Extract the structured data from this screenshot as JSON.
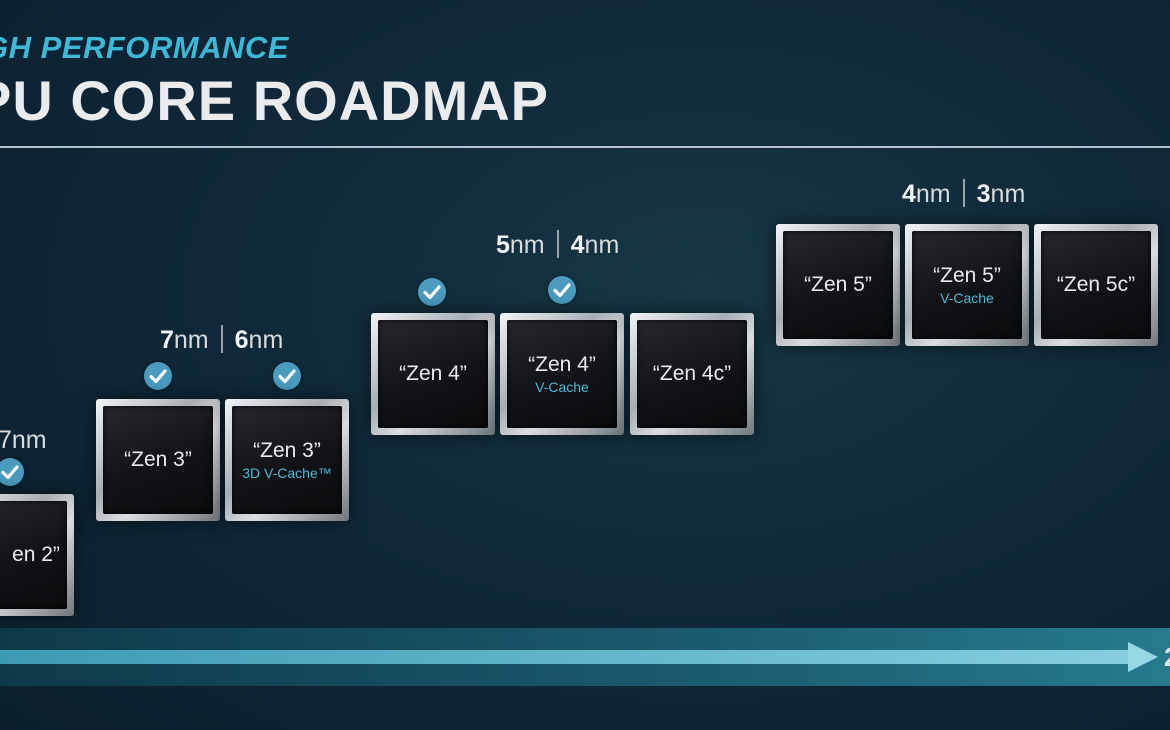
{
  "header": {
    "subtitle": "GH PERFORMANCE",
    "title": "PU CORE ROADMAP"
  },
  "nodes": [
    {
      "text": "7nm"
    },
    {
      "a_num": "7",
      "a_unit": "nm",
      "b_num": "6",
      "b_unit": "nm"
    },
    {
      "a_num": "5",
      "a_unit": "nm",
      "b_num": "4",
      "b_unit": "nm"
    },
    {
      "a_num": "4",
      "a_unit": "nm",
      "b_num": "3",
      "b_unit": "nm"
    }
  ],
  "chips": [
    {
      "name": "en 2”",
      "sub": ""
    },
    {
      "name": "“Zen 3”",
      "sub": ""
    },
    {
      "name": "“Zen 3”",
      "sub": "3D V-Cache™"
    },
    {
      "name": "“Zen 4”",
      "sub": ""
    },
    {
      "name": "“Zen 4”",
      "sub": "V-Cache"
    },
    {
      "name": "“Zen 4c”",
      "sub": ""
    },
    {
      "name": "“Zen 5”",
      "sub": ""
    },
    {
      "name": "“Zen 5”",
      "sub": "V-Cache"
    },
    {
      "name": "“Zen 5c”",
      "sub": ""
    }
  ],
  "timeline": {
    "tail_label": "2"
  },
  "colors": {
    "accent": "#3fb7d6",
    "check": "#4b9bbf",
    "background": "#10293a"
  }
}
